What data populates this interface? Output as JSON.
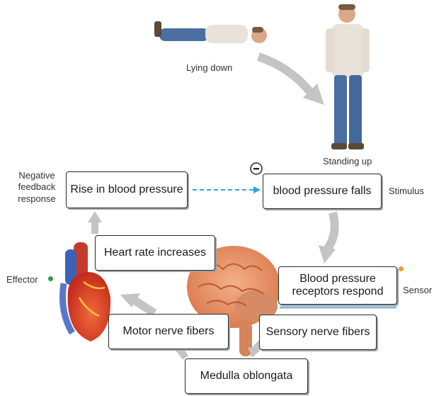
{
  "labels": {
    "lying_down": "Lying down",
    "standing_up": "Standing up",
    "negative_feedback": "Negative feedback response",
    "stimulus": "Stimulus",
    "sensor": "Sensor",
    "effector": "Effector",
    "minus_sign": "−"
  },
  "boxes": {
    "rise_bp": "Rise in blood pressure",
    "bp_falls": "blood pressure falls",
    "receptors": "Blood pressure receptors respond",
    "sensory_fibers": "Sensory nerve fibers",
    "medulla": "Medulla oblongata",
    "motor_fibers": "Motor nerve fibers",
    "heart_rate": "Heart rate increases"
  },
  "colors": {
    "arrow_gray": "#c4c4c4",
    "dashed_arrow": "#29a8e0",
    "effector_dot": "#2e9e3f",
    "sensor_dot": "#f0a020",
    "receptor_underline": "#7fb8d9"
  }
}
